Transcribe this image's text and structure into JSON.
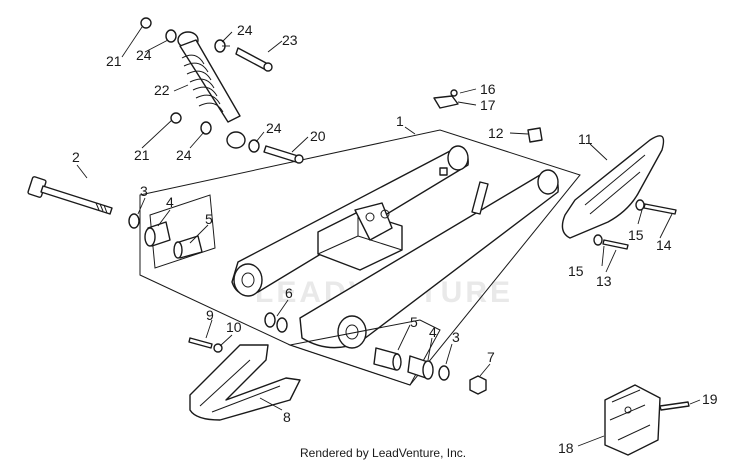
{
  "diagram": {
    "callouts": [
      "1",
      "2",
      "3",
      "4",
      "5",
      "6",
      "7",
      "8",
      "9",
      "10",
      "11",
      "12",
      "13",
      "14",
      "15",
      "16",
      "17",
      "18",
      "19",
      "20",
      "21",
      "22",
      "23",
      "24"
    ],
    "repeat_labels": {
      "l21": "21",
      "l24": "24",
      "l15": "15",
      "l3": "3",
      "l4": "4",
      "l5": "5"
    },
    "watermark": "LEADVENTURE",
    "footer": "Rendered by LeadVenture, Inc."
  }
}
